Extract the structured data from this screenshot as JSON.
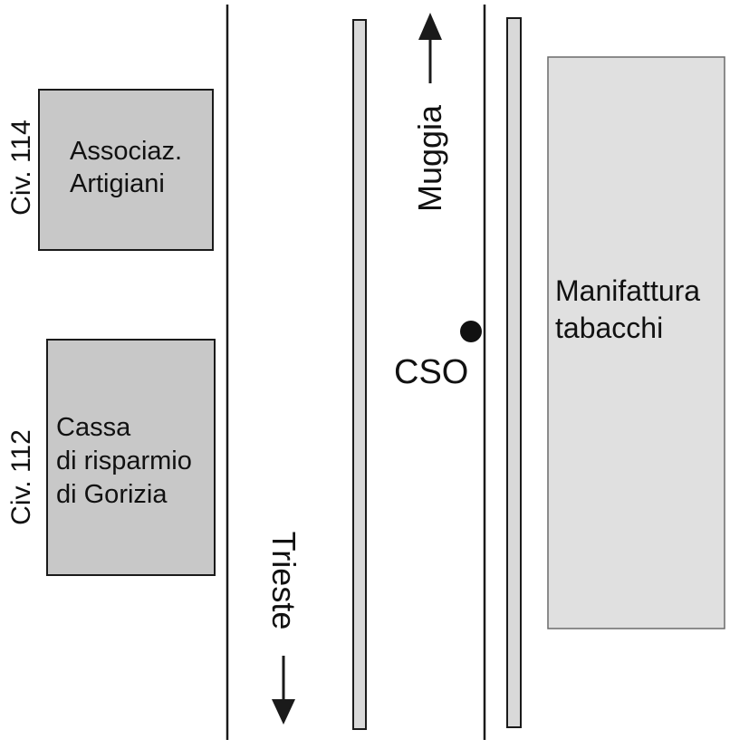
{
  "buildings": {
    "artigiani": {
      "line1": "Associaz.",
      "line2": "Artigiani",
      "civic": "Civ. 114"
    },
    "cassa": {
      "line1": "Cassa",
      "line2": "di risparmio",
      "line3": "di Gorizia",
      "civic": "Civ. 112"
    },
    "manifattura": {
      "line1": "Manifattura",
      "line2": "tabacchi"
    }
  },
  "directions": {
    "north": "Muggia",
    "south": "Trieste"
  },
  "marker": {
    "label": "CSO"
  },
  "colors": {
    "building_dark": "#c8c8c8",
    "building_light": "#e0e0e0",
    "stroke": "#1a1a1a",
    "tram_rail_fill": "#d9d9d9"
  }
}
